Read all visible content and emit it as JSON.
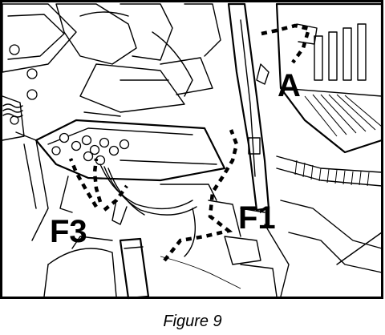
{
  "figure": {
    "caption": "Figure 9",
    "callouts": {
      "a": "A",
      "f1": "F1",
      "f3": "F3"
    }
  }
}
